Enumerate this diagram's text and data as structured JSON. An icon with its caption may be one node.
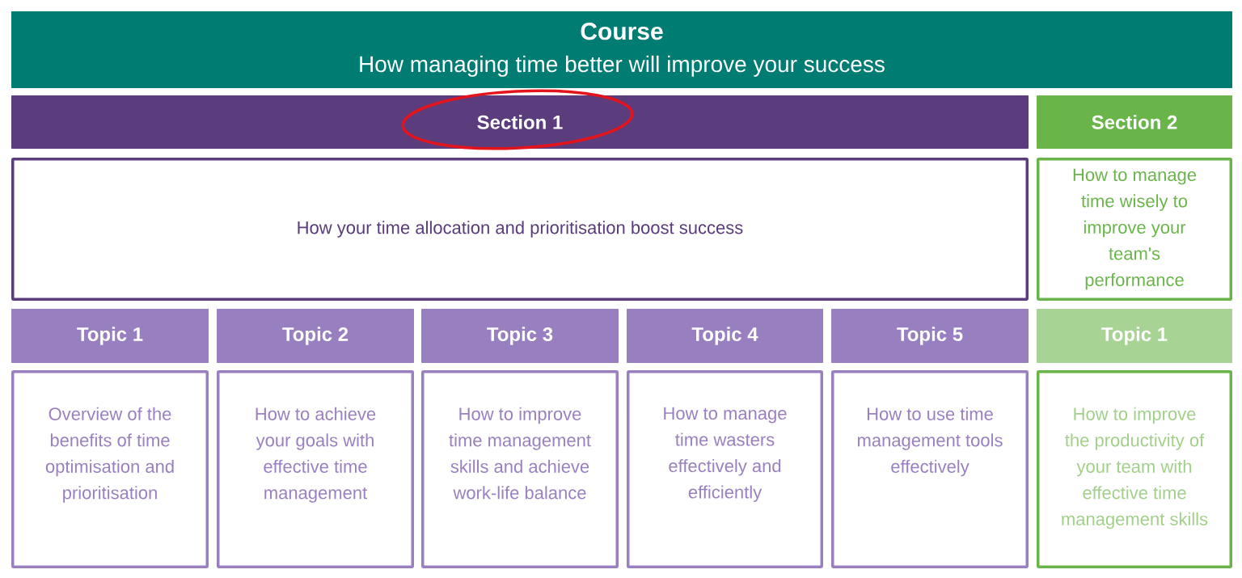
{
  "diagram": {
    "nodes": [
      {
        "text": [
          "Course",
          "How managing time better will improve your success"
        ]
      },
      {
        "text": [
          "Section 1"
        ]
      },
      {
        "text": [
          "Section 2"
        ]
      },
      {
        "text": [
          "How your time allocation and prioritisation boost success"
        ]
      },
      {
        "text": [
          "How to manage time wisely to improve your team's performance"
        ]
      },
      {
        "text": [
          "Topic 1"
        ]
      },
      {
        "text": [
          "Topic 2"
        ]
      },
      {
        "text": [
          "Topic 3"
        ]
      },
      {
        "text": [
          "Topic 4"
        ]
      },
      {
        "text": [
          "Topic 5"
        ]
      },
      {
        "text": [
          "Topic 1"
        ]
      },
      {
        "text": [
          "Overview of the benefits of time optimisation and prioritisation"
        ]
      },
      {
        "text": [
          "How to achieve your goals with effective time management"
        ]
      },
      {
        "text": [
          "How to improve time management skills and achieve work-life balance"
        ]
      },
      {
        "text": [
          "How to manage time wasters effectively and efficiently"
        ]
      },
      {
        "text": [
          "How to use time management tools effectively"
        ]
      },
      {
        "text": [
          "How to improve the productivity of your team with effective time management skills"
        ]
      }
    ]
  }
}
